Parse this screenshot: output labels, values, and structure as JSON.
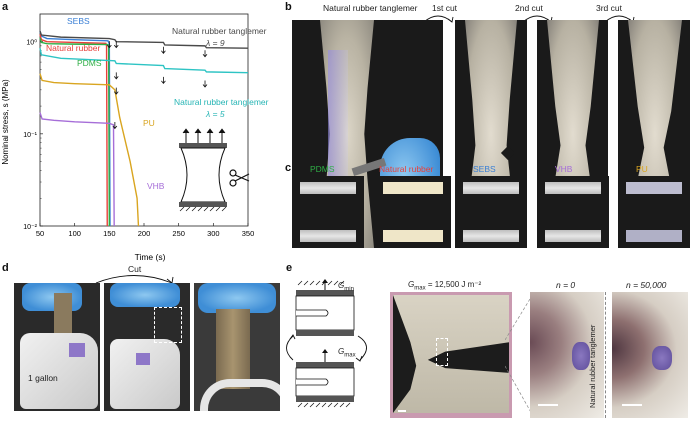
{
  "panels": {
    "a": "a",
    "b": "b",
    "c": "c",
    "d": "d",
    "e": "e"
  },
  "chart_data": {
    "type": "line",
    "xlabel": "Time (s)",
    "ylabel": "Nominal stress, s (MPa)",
    "xlim": [
      50,
      350
    ],
    "ylim_log10": [
      -2,
      0.3
    ],
    "xticks": [
      50,
      100,
      150,
      200,
      250,
      300,
      350
    ],
    "yticks": [
      "10⁻²",
      "10⁻¹",
      "10⁰"
    ],
    "series": [
      {
        "name": "SEBS",
        "color": "#3a7fd5",
        "x": [
          50,
          52,
          60,
          100,
          148,
          150,
          151
        ],
        "y": [
          1.3,
          1.15,
          1.08,
          1.05,
          1.02,
          0.95,
          0.01
        ]
      },
      {
        "name": "Natural rubber",
        "color": "#e8403a",
        "x": [
          50,
          52,
          60,
          100,
          145,
          146,
          147
        ],
        "y": [
          1.2,
          1.05,
          1.0,
          0.98,
          0.96,
          0.9,
          0.01
        ]
      },
      {
        "name": "PDMS",
        "color": "#2eae45",
        "x": [
          50,
          52,
          60,
          100,
          148,
          149,
          150
        ],
        "y": [
          1.1,
          0.98,
          0.95,
          0.94,
          0.93,
          0.88,
          0.01
        ]
      },
      {
        "name": "PU",
        "color": "#d9a520",
        "x": [
          50,
          53,
          70,
          100,
          150,
          158,
          165,
          180,
          190,
          192
        ],
        "y": [
          0.45,
          0.38,
          0.36,
          0.35,
          0.34,
          0.3,
          0.15,
          0.05,
          0.02,
          0.01
        ]
      },
      {
        "name": "VHB",
        "color": "#a66ed8",
        "x": [
          50,
          53,
          70,
          100,
          150,
          156,
          157
        ],
        "y": [
          0.17,
          0.145,
          0.14,
          0.135,
          0.13,
          0.125,
          0.01
        ]
      },
      {
        "name": "Natural rubber tanglemer λ = 9",
        "color": "#4a4a4a",
        "x": [
          50,
          52,
          80,
          150,
          158,
          160,
          228,
          230,
          288,
          290,
          350
        ],
        "y": [
          1.3,
          1.18,
          1.12,
          1.08,
          1.05,
          1.0,
          0.98,
          0.92,
          0.9,
          0.86,
          0.85
        ]
      },
      {
        "name": "Natural rubber tanglemer λ = 5",
        "color": "#2ec4c4",
        "x": [
          50,
          52,
          80,
          158,
          160,
          228,
          230,
          288,
          290,
          350
        ],
        "y": [
          0.85,
          0.72,
          0.66,
          0.62,
          0.58,
          0.55,
          0.51,
          0.49,
          0.47,
          0.46
        ]
      }
    ],
    "annotations": {
      "sebs": "SEBS",
      "nr": "Natural rubber",
      "pdms": "PDMS",
      "pu": "PU",
      "vhb": "VHB",
      "t9_a": "Natural rubber tanglemer",
      "t9_b": "λ = 9",
      "t5_a": "Natural rubber tanglemer",
      "t5_b": "λ = 5"
    }
  },
  "panel_b": {
    "title": "Natural rubber tanglemer",
    "cut1": "1st cut",
    "cut2": "2nd cut",
    "cut3": "3rd cut"
  },
  "panel_c": {
    "items": [
      {
        "label": "PDMS",
        "color": "#2eae45"
      },
      {
        "label": "Natural rubber",
        "color": "#e8403a"
      },
      {
        "label": "SEBS",
        "color": "#3a7fd5"
      },
      {
        "label": "VHB",
        "color": "#a66ed8"
      },
      {
        "label": "PU",
        "color": "#d9a520"
      }
    ]
  },
  "panel_d": {
    "cut": "Cut",
    "gallon": "1 gallon"
  },
  "panel_e": {
    "gmin": "G",
    "gmin_sub": "min",
    "gmax": "G",
    "gmax_sub": "max",
    "gmax_value": "= 12,500 J m⁻²",
    "gmax_italic": "G",
    "gmax_italic_sub": "max",
    "n0": "n = 0",
    "n50k": "n = 50,000",
    "side": "Natural rubber tanglemer"
  }
}
